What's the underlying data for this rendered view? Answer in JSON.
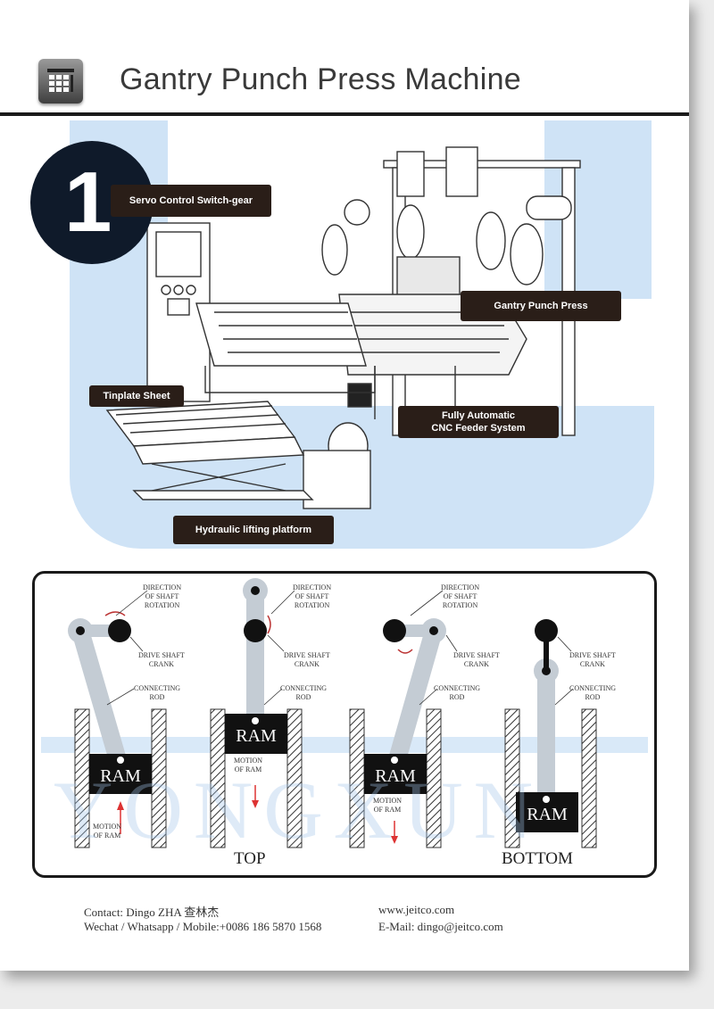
{
  "header": {
    "title": "Gantry Punch Press Machine"
  },
  "section": {
    "number": "1"
  },
  "callouts": {
    "servo": "Servo Control Switch-gear",
    "gantry": "Gantry Punch Press",
    "tinplate": "Tinplate Sheet",
    "feeder_line1": "Fully Automatic",
    "feeder_line2": "CNC Feeder System",
    "hydraulic": "Hydraulic lifting platform"
  },
  "diagram": {
    "ram": "RAM",
    "direction_l1": "DIRECTION",
    "direction_l2": "OF SHAFT",
    "direction_l3": "ROTATION",
    "crank_l1": "DRIVE SHAFT",
    "crank_l2": "CRANK",
    "rod_l1": "CONNECTING",
    "rod_l2": "ROD",
    "motion_l1": "MOTION",
    "motion_l2": "OF RAM",
    "top_label": "TOP",
    "bottom_label": "BOTTOM",
    "watermark": "YONGXUN"
  },
  "footer": {
    "contact": "Contact: Dingo ZHA 查林杰",
    "phones": "Wechat / Whatsapp / Mobile:+0086 186 5870 1568",
    "website": "www.jeitco.com",
    "email": "E-Mail: dingo@jeitco.com"
  },
  "colors": {
    "watermark_blue": "#cfe3f6",
    "label_bg": "#2a1e18",
    "badge_bg": "#0f1a2a"
  }
}
